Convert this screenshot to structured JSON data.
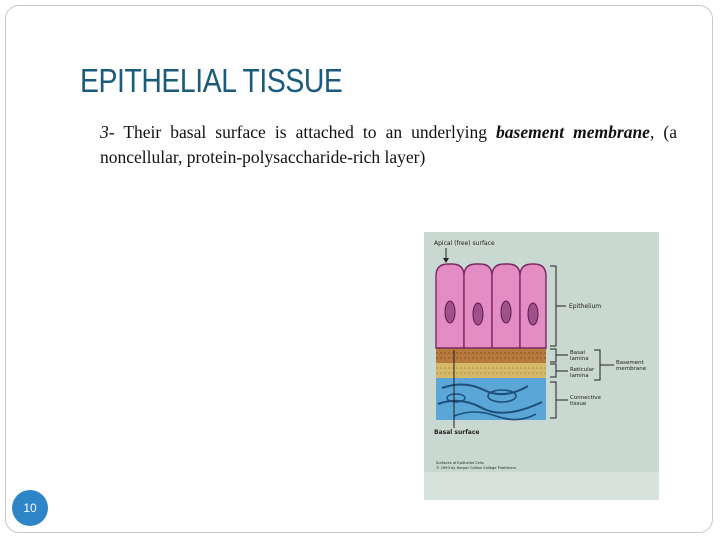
{
  "slide": {
    "title": "EPITHELIAL TISSUE",
    "point": {
      "number": "3-",
      "text_before": " Their basal surface is attached to an underlying ",
      "term": "basement membrane",
      "text_after": ", (a noncellular, protein-polysaccharide-rich layer)"
    },
    "page_number": "10"
  },
  "figure": {
    "top_label": "Apical (free) surface",
    "bottom_label": "Basal surface",
    "labels": {
      "epithelium": "Epithelium",
      "basal_lamina_1": "Basal",
      "basal_lamina_2": "lamina",
      "reticular_lamina_1": "Reticular",
      "reticular_lamina_2": "lamina",
      "basement_membrane_1": "Basement",
      "basement_membrane_2": "membrane",
      "connective_tissue_1": "Connective",
      "connective_tissue_2": "tissue"
    },
    "caption_1": "Surfaces of Epithelial Cells",
    "caption_2": "© 1993 by Harper Collins College Publishers",
    "colors": {
      "background": "#c9d8d0",
      "cell": "#e48cc4",
      "cell_border": "#7a2a62",
      "nucleus": "#a0508a",
      "basal_lamina": "#b57a3c",
      "reticular_lamina": "#d6b86a",
      "connective_tissue": "#5aa6d6"
    }
  }
}
